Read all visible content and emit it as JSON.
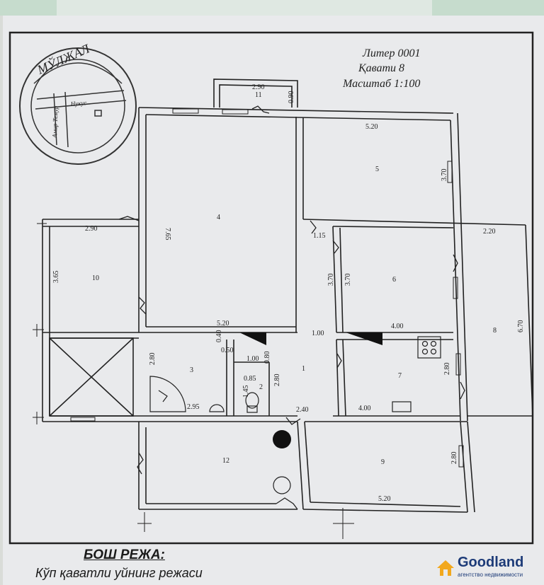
{
  "header": {
    "liter": "Литер 0001",
    "floor": "Қавати  8",
    "scale": "Масштаб 1:100"
  },
  "stamp": {
    "org": "МЎЛЖАЛ",
    "street_1": "Амир Темур",
    "street_2": "Нукус"
  },
  "rooms": {
    "r1": "1",
    "r2": "2",
    "r3": "3",
    "r4": "4",
    "r5": "5",
    "r6": "6",
    "r7": "7",
    "r8": "8",
    "r9": "9",
    "r10": "10",
    "r11": "11",
    "r12": "12"
  },
  "dims": {
    "d11_w": "2.90",
    "d11_h": "0.90",
    "d5_w": "5.20",
    "d5_h": "3.70",
    "d4_h": "7.65",
    "d4_w": "5.20",
    "d10_w": "2.90",
    "d10_h": "3.65",
    "d1_a": "1.15",
    "d6_h1": "3.70",
    "d6_h2": "3.70",
    "d6_w": "4.00",
    "d8_w": "2.20",
    "d8_h": "6.70",
    "d1_w": "1.00",
    "d_040": "0.40",
    "d_050": "0.50",
    "d2_a": "0.80",
    "d2_b": "1.00",
    "d2_c": "0.85",
    "d2_d": "1.45",
    "d3_h": "2.80",
    "d3_w": "2.95",
    "d1_h": "2.80",
    "d1_b": "2.40",
    "d7_h": "2.80",
    "d7_w": "4.00",
    "d9_h": "2.80",
    "d9_w": "5.20"
  },
  "footer": {
    "title": "БОШ РЕЖА:",
    "subtitle": "Кўп қаватли уйнинг режаси"
  },
  "brand": {
    "name": "Goodland",
    "tagline": "агентство недвижимости",
    "color": "#1d3b78",
    "accent": "#f2a81d"
  }
}
